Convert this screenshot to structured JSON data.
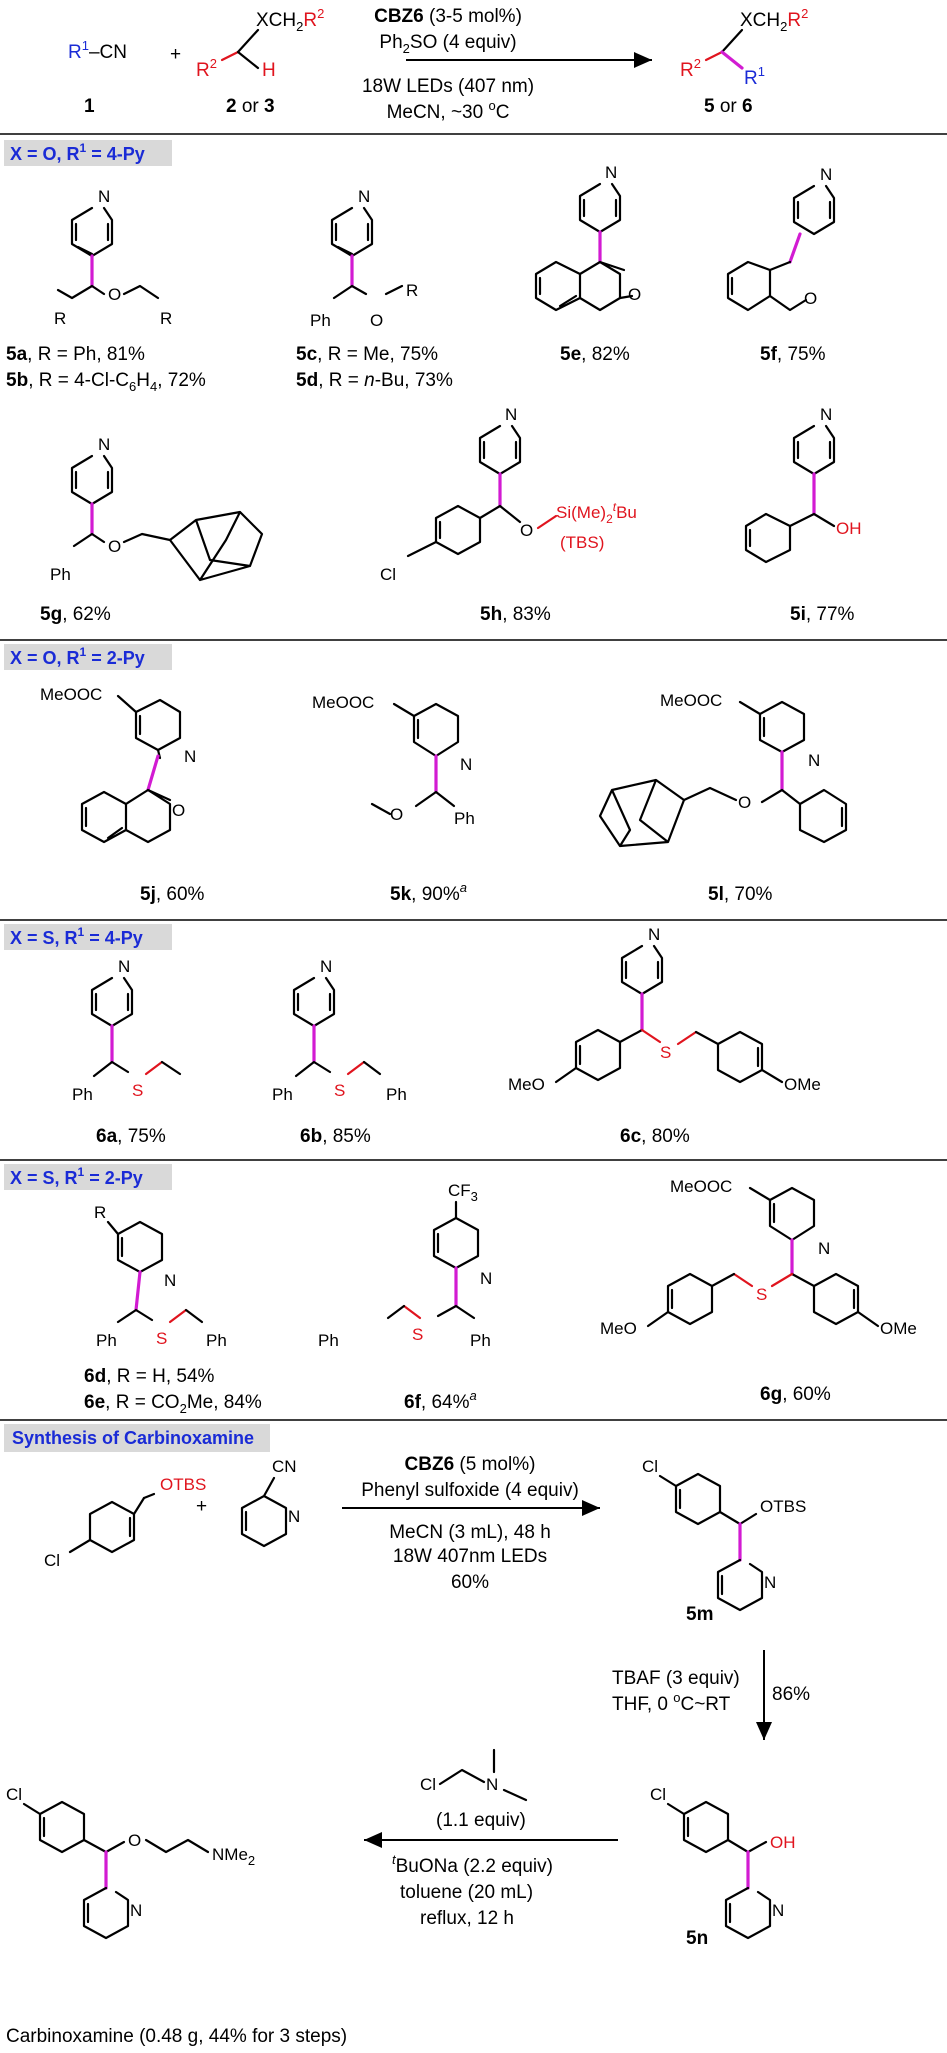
{
  "scheme": {
    "reactant1": "R1–CN",
    "reactant1_label": "1",
    "reactant2_top": "XCH2R2",
    "reactant2_r2": "R2",
    "reactant2_h": "H",
    "reactant2_label": "2 or 3",
    "catalyst": "CBZ6",
    "catalyst_load": "(3-5 mol%)",
    "oxidant": "Ph2SO (4 equiv)",
    "light": "18W LEDs (407 nm)",
    "conditions": "MeCN, ~30 °C",
    "product_top": "XCH2R2",
    "product_r2": "R2",
    "product_r1": "R1",
    "product_label": "5 or 6"
  },
  "sections": [
    {
      "header": "X = O, R1 = 4-Py",
      "compounds": [
        {
          "id": "5a",
          "text": "R = Ph, 81%"
        },
        {
          "id": "5b",
          "text": "R = 4-Cl-C6H4, 72%"
        },
        {
          "id": "5c",
          "text": "R = Me, 75%"
        },
        {
          "id": "5d",
          "text": "R = n-Bu, 73%"
        },
        {
          "id": "5e",
          "text": "82%"
        },
        {
          "id": "5f",
          "text": "75%"
        },
        {
          "id": "5g",
          "text": "62%"
        },
        {
          "id": "5h",
          "text": "83%"
        },
        {
          "id": "5i",
          "text": "77%"
        }
      ]
    },
    {
      "header": "X = O, R1 = 2-Py",
      "compounds": [
        {
          "id": "5j",
          "text": "60%"
        },
        {
          "id": "5k",
          "text": "90%a"
        },
        {
          "id": "5l",
          "text": "70%"
        }
      ]
    },
    {
      "header": "X = S, R1 = 4-Py",
      "compounds": [
        {
          "id": "6a",
          "text": "75%"
        },
        {
          "id": "6b",
          "text": "85%"
        },
        {
          "id": "6c",
          "text": "80%"
        }
      ]
    },
    {
      "header": "X = S, R1 = 2-Py",
      "compounds": [
        {
          "id": "6d",
          "text": "R = H, 54%"
        },
        {
          "id": "6e",
          "text": "R = CO2Me, 84%"
        },
        {
          "id": "6f",
          "text": "64%a"
        },
        {
          "id": "6g",
          "text": "60%"
        }
      ]
    }
  ],
  "synthesis": {
    "header": "Synthesis of Carbinoxamine",
    "step1": [
      "CBZ6 (5 mol%)",
      "Phenyl sulfoxide (4 equiv)",
      "MeCN (3 mL), 48 h",
      "18W 407nm LEDs",
      "60%"
    ],
    "label_5m": "5m",
    "step2": [
      "TBAF (3 equiv)",
      "THF, 0 °C~RT",
      "86%"
    ],
    "label_5n": "5n",
    "step3": [
      "(1.1 equiv)",
      "tBuONa (2.2 equiv)",
      "toluene (20 mL)",
      "reflux, 12 h"
    ],
    "product": "Carbinoxamine (0.48 g, 44% for 3 steps)"
  }
}
